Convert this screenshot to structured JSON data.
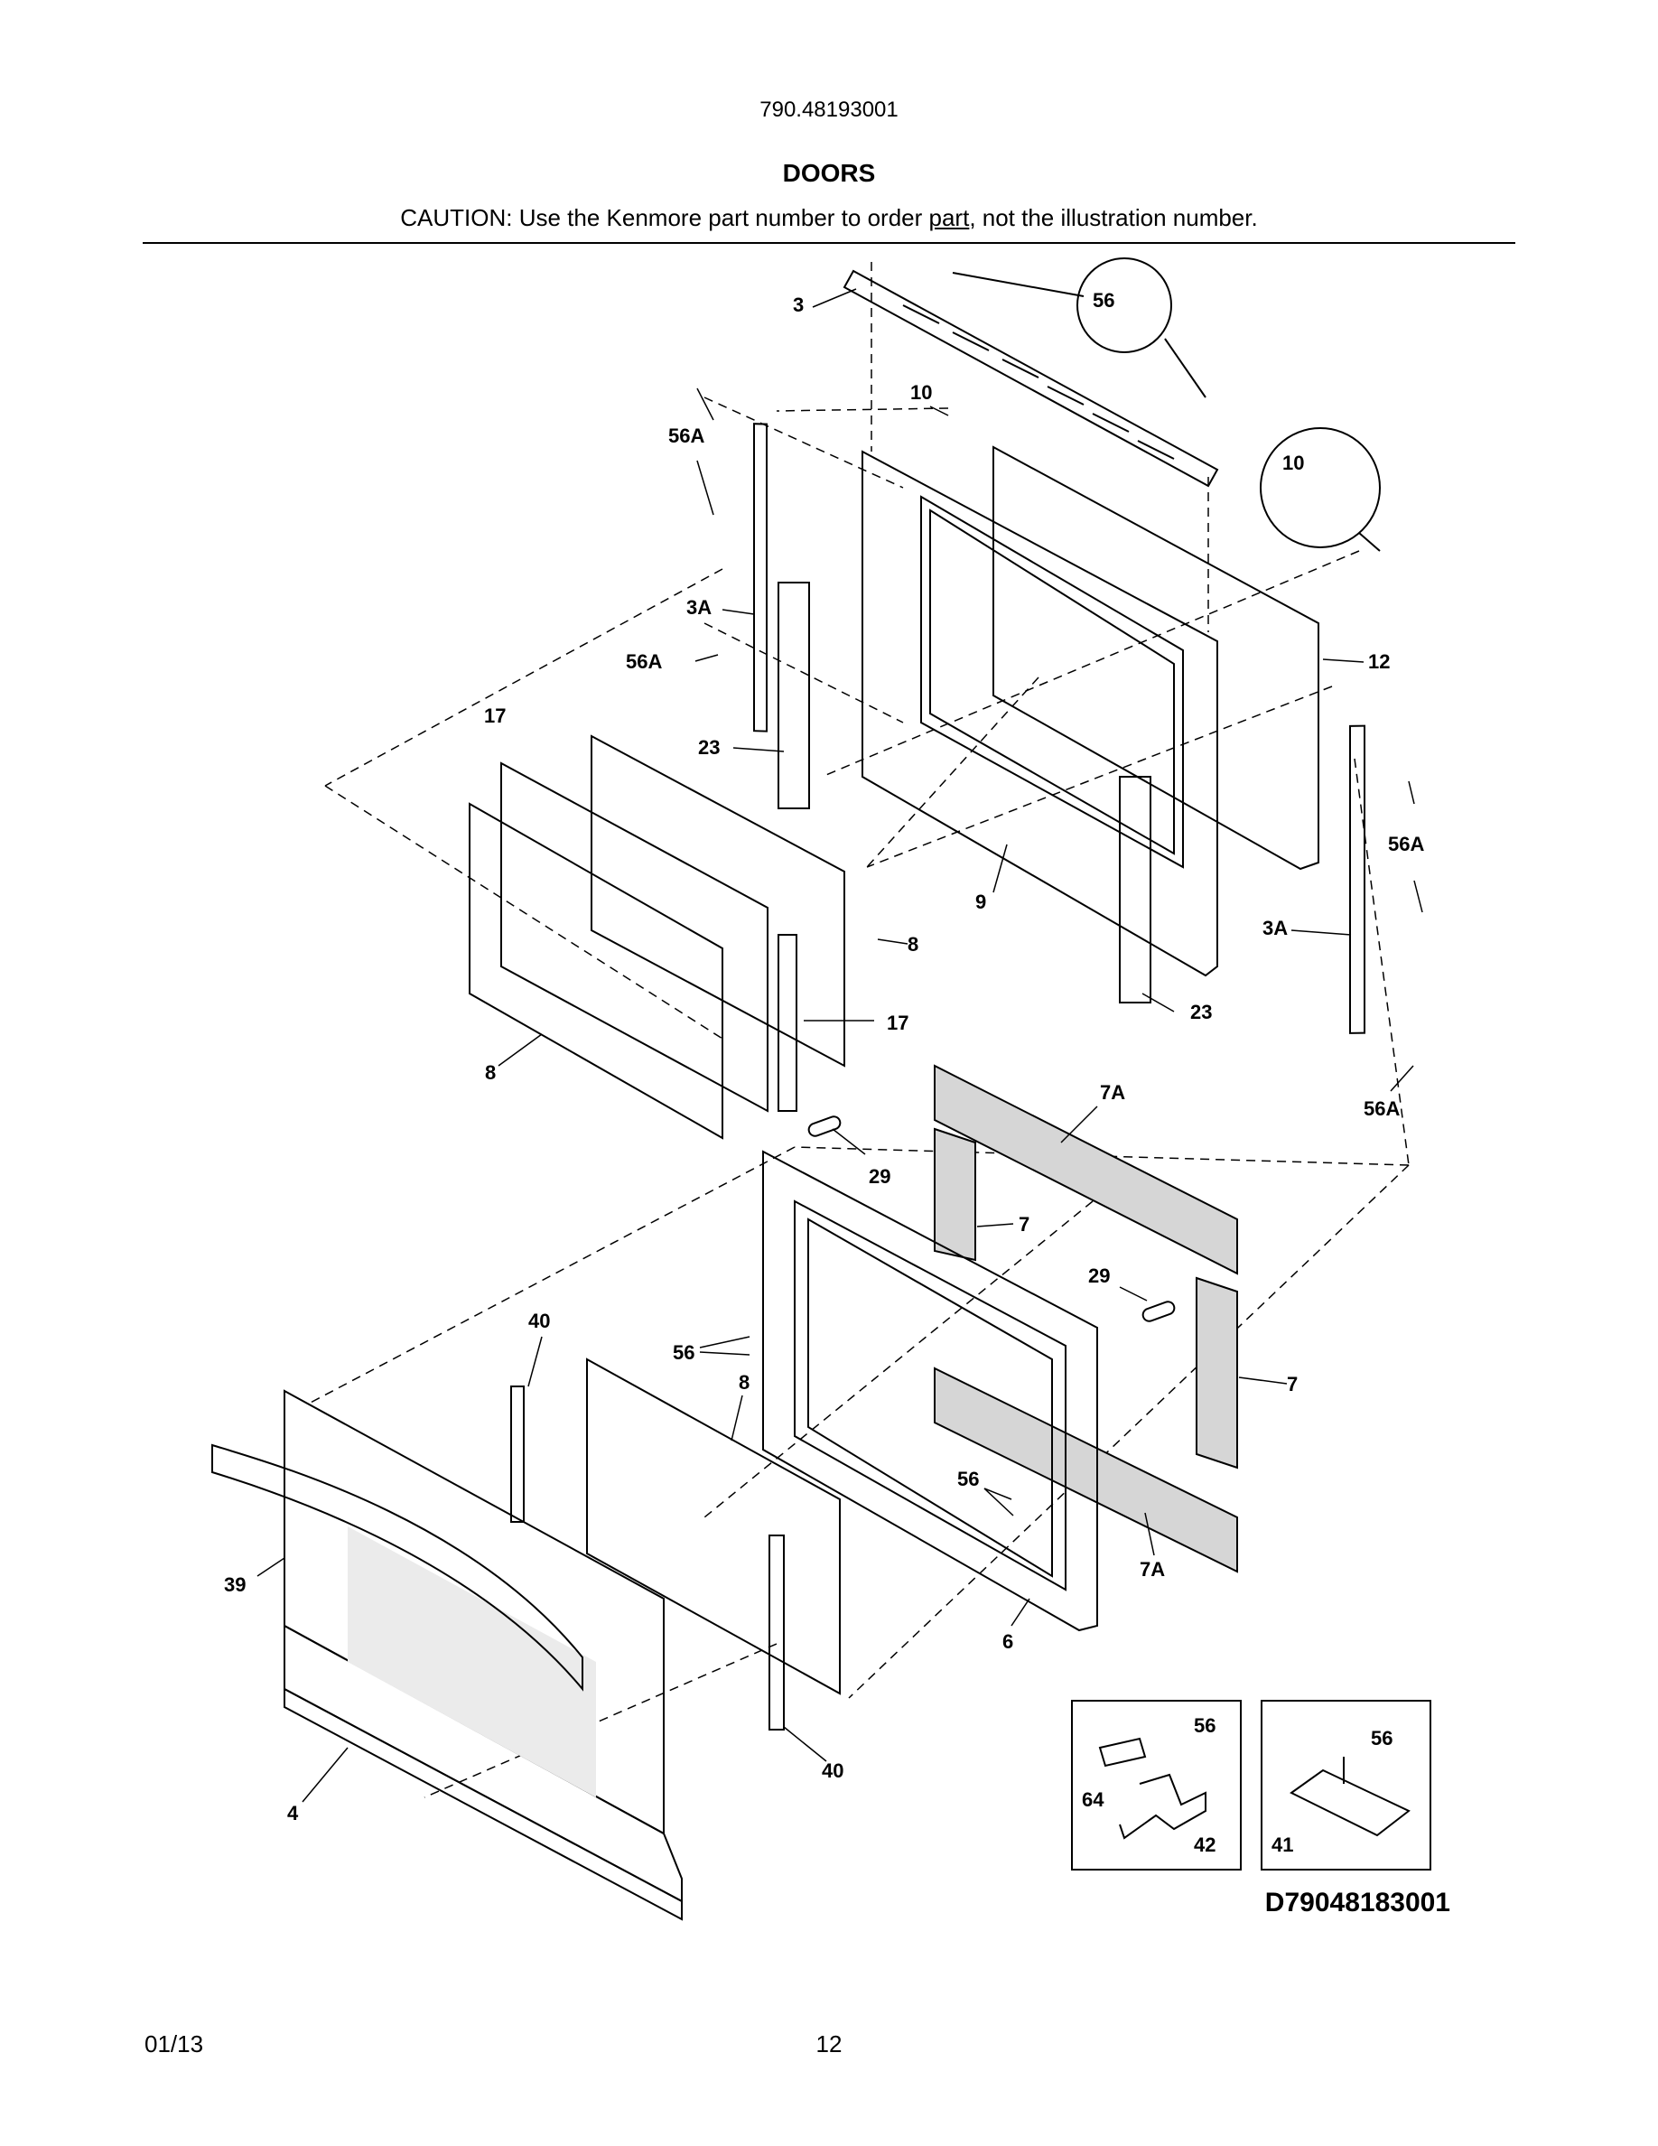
{
  "header": {
    "model_number": "790.48193001",
    "section_title": "DOORS",
    "caution_prefix": "CAUTION: Use the Kenmore part number to order ",
    "caution_link": "part",
    "caution_suffix": ", not the illustration number."
  },
  "diagram": {
    "callouts": [
      {
        "id": "c-3",
        "text": "3"
      },
      {
        "id": "c-56-top",
        "text": "56"
      },
      {
        "id": "c-10",
        "text": "10"
      },
      {
        "id": "c-10-detail",
        "text": "10"
      },
      {
        "id": "c-56a-1",
        "text": "56A"
      },
      {
        "id": "c-3a-left",
        "text": "3A"
      },
      {
        "id": "c-56a-2",
        "text": "56A"
      },
      {
        "id": "c-12",
        "text": "12"
      },
      {
        "id": "c-17-top",
        "text": "17"
      },
      {
        "id": "c-23-left",
        "text": "23"
      },
      {
        "id": "c-56a-right",
        "text": "56A"
      },
      {
        "id": "c-9",
        "text": "9"
      },
      {
        "id": "c-3a-right",
        "text": "3A"
      },
      {
        "id": "c-8-mid",
        "text": "8"
      },
      {
        "id": "c-23-right",
        "text": "23"
      },
      {
        "id": "c-17-mid",
        "text": "17"
      },
      {
        "id": "c-8-left",
        "text": "8"
      },
      {
        "id": "c-7a-top",
        "text": "7A"
      },
      {
        "id": "c-56a-bottom",
        "text": "56A"
      },
      {
        "id": "c-29-top",
        "text": "29"
      },
      {
        "id": "c-7-left",
        "text": "7"
      },
      {
        "id": "c-29-right",
        "text": "29"
      },
      {
        "id": "c-40-top",
        "text": "40"
      },
      {
        "id": "c-56-mid",
        "text": "56"
      },
      {
        "id": "c-8-lower",
        "text": "8"
      },
      {
        "id": "c-7-right",
        "text": "7"
      },
      {
        "id": "c-56-lower",
        "text": "56"
      },
      {
        "id": "c-39",
        "text": "39"
      },
      {
        "id": "c-7a-bottom",
        "text": "7A"
      },
      {
        "id": "c-6",
        "text": "6"
      },
      {
        "id": "c-40-bottom",
        "text": "40"
      },
      {
        "id": "c-4",
        "text": "4"
      },
      {
        "id": "c-56-inset1",
        "text": "56"
      },
      {
        "id": "c-64",
        "text": "64"
      },
      {
        "id": "c-42",
        "text": "42"
      },
      {
        "id": "c-56-inset2",
        "text": "56"
      },
      {
        "id": "c-41",
        "text": "41"
      }
    ],
    "diagram_code": "D79048183001"
  },
  "footer": {
    "date": "01/13",
    "page_number": "12"
  }
}
